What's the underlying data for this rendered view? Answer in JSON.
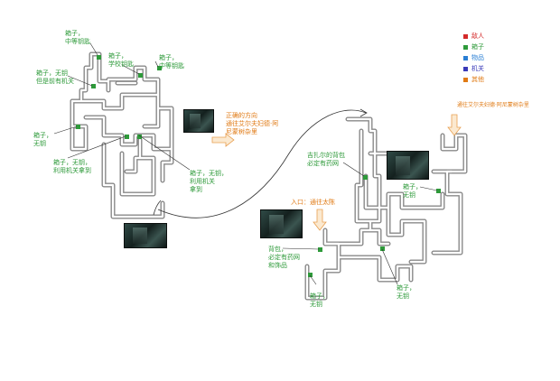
{
  "legend": [
    {
      "label": "敌人",
      "color": "#d42a2a"
    },
    {
      "label": "箱子",
      "color": "#2e9a3a"
    },
    {
      "label": "物品",
      "color": "#2a7fd4"
    },
    {
      "label": "机关",
      "color": "#3a3ab8"
    },
    {
      "label": "其他",
      "color": "#e07a14"
    }
  ],
  "labels": {
    "box_mid_key_top": "箱子，\n中等钥匙",
    "box_student_key": "箱子，\n学校钥匙",
    "box_mid_key_right": "箱子，\n中等钥匙",
    "box_nokey_mechanism": "箱子，无钥\n但是前有机关",
    "box_nokey_left": "箱子，\n无钥",
    "box_nokey_use_mech": "箱子，无钥，\n利用机关拿到",
    "box_nokey_use_mech_2": "箱子，无钥，\n利用机关\n拿到",
    "right_direction": "正确的方向\n通往艾尔夫妇德·阿\n尼蒙树杂里",
    "gizal_bag": "吉扎尔的背包\n必定有药网",
    "box_nokey_r1": "箱子，\n无钥",
    "entrance": "入口：通往太陈",
    "bag_medicine": "背包，\n必定有药网\n和饰品",
    "box_nokey_bottom": "箱子，\n无钥",
    "box_nokey_r2": "箱子，\n无钥",
    "top_right_note": "通往艾尔夫妇德·阿尼蒙树杂里"
  },
  "map_icons": {
    "chest": "chest-marker",
    "arrow": "direction-arrow",
    "screenshot": "location-screenshot"
  }
}
